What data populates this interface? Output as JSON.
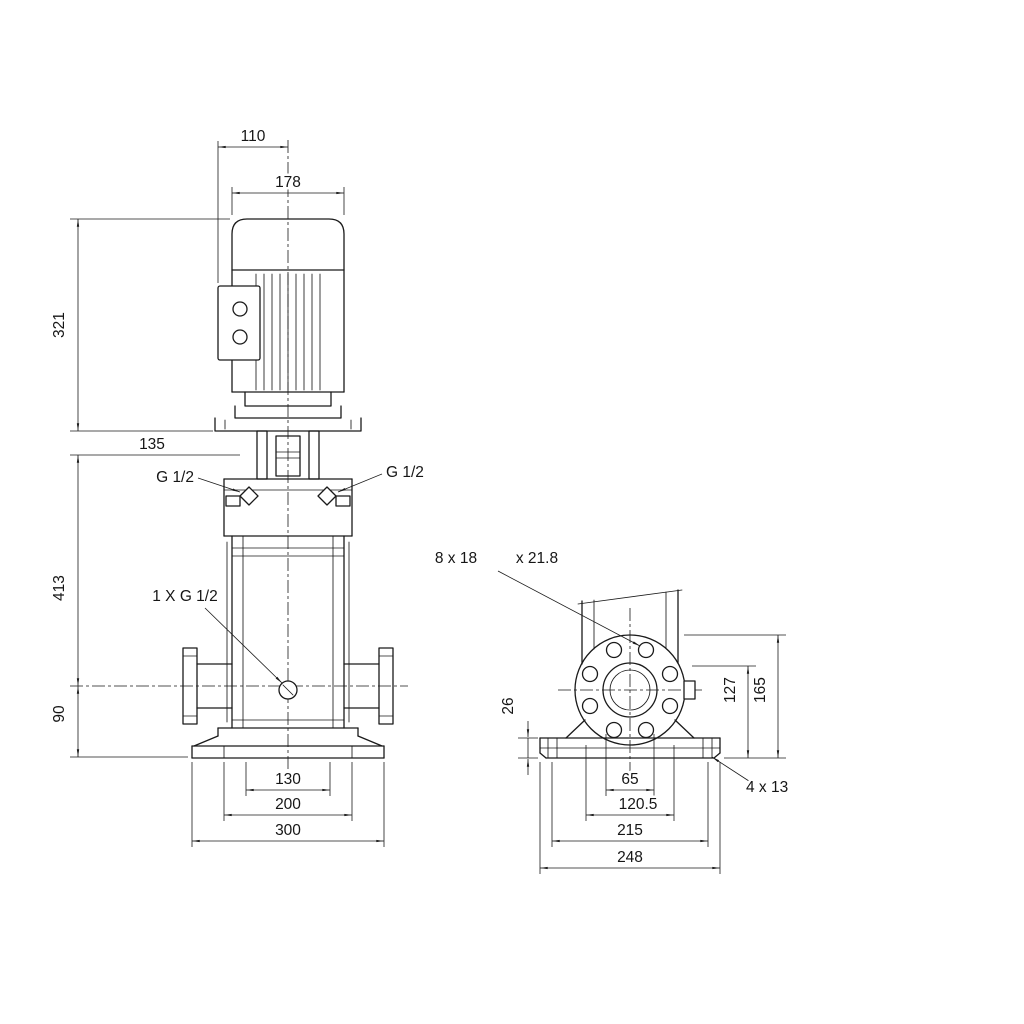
{
  "drawing": {
    "front_view": {
      "dim_110": "110",
      "dim_178": "178",
      "dim_321": "321",
      "dim_135": "135",
      "dim_413": "413",
      "dim_90": "90",
      "dim_130": "130",
      "dim_200": "200",
      "dim_300": "300",
      "plug_left": "G 1/2",
      "plug_right": "G 1/2",
      "drain_plug": "1 X G 1/2"
    },
    "side_view": {
      "bolt_holes": "8 x 18",
      "counterbore": "x 21.8",
      "dim_26": "26",
      "dim_127": "127",
      "dim_165": "165",
      "dim_65": "65",
      "dim_120_5": "120.5",
      "dim_215": "215",
      "dim_248": "248",
      "base_slots": "4 x 13"
    },
    "colors": {
      "line": "#1a1a1a",
      "background": "#ffffff"
    }
  }
}
